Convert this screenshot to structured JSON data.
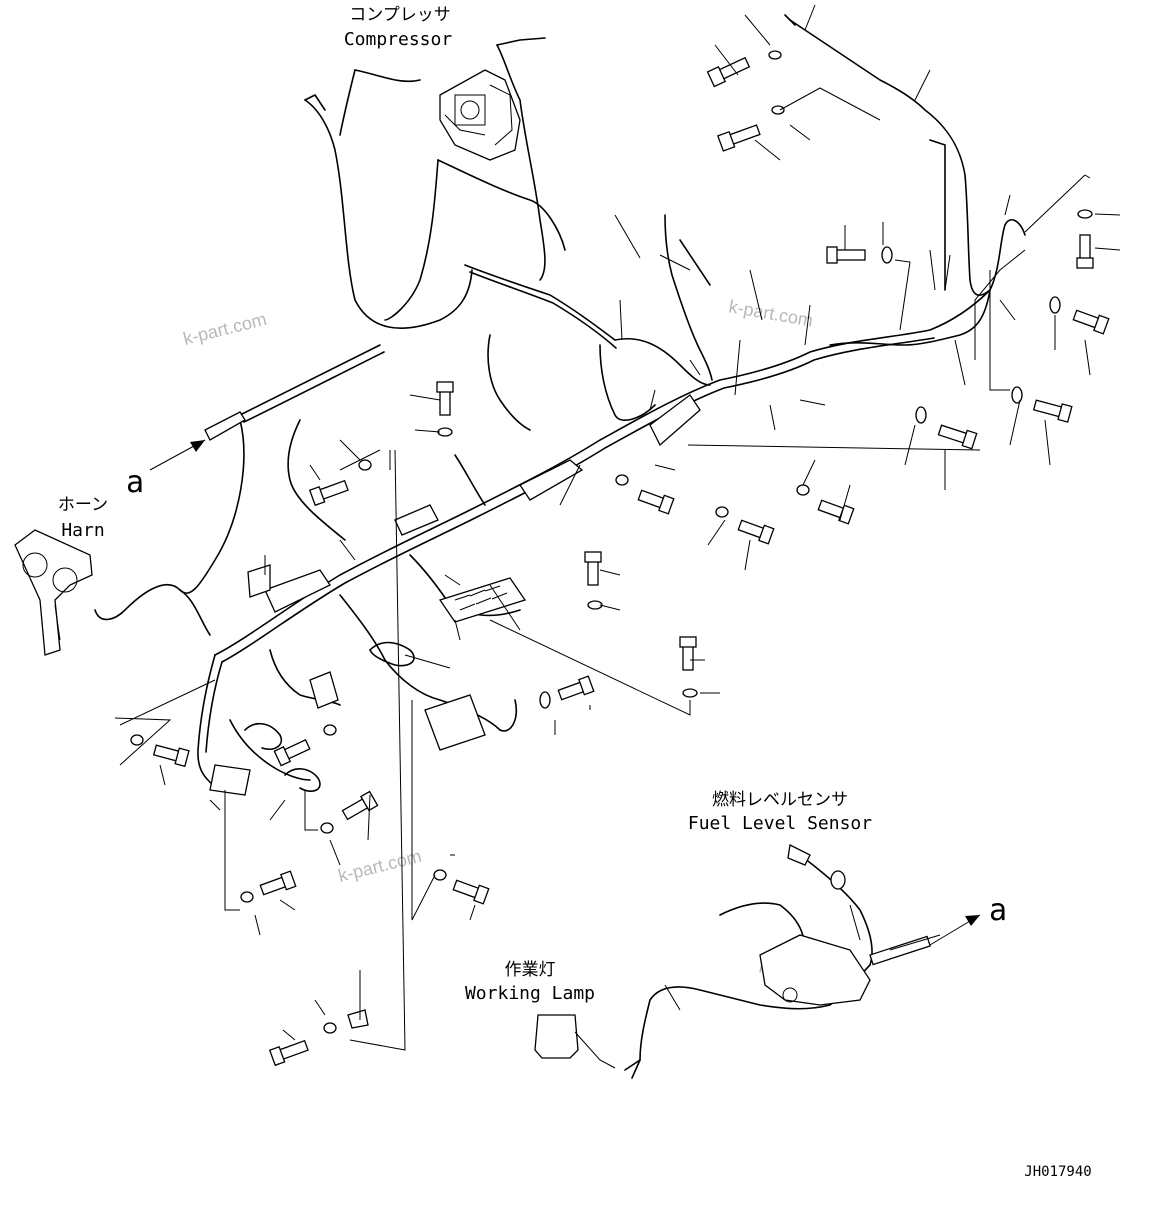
{
  "labels": {
    "compressor_jp": "コンプレッサ",
    "compressor_en": "Compressor",
    "horn_jp": "ホーン",
    "horn_en": "Harn",
    "fuel_jp": "燃料レベルセンサ",
    "fuel_en": "Fuel Level Sensor",
    "lamp_jp": "作業灯",
    "lamp_en": "Working Lamp",
    "ref_a_left": "a",
    "ref_a_right": "a",
    "drawing_no": "JH017940"
  },
  "watermarks": [
    "k-part.com",
    "k-part.com",
    "k-part.com",
    "k-part.com"
  ],
  "colors": {
    "line": "#000000",
    "background": "#ffffff",
    "watermark": "#b8b8b8"
  }
}
